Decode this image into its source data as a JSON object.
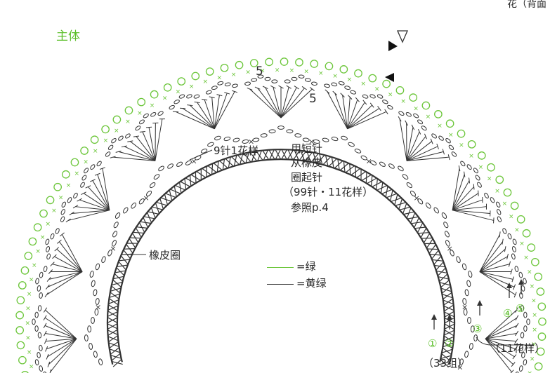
{
  "colors": {
    "green": "#6cc63a",
    "ink": "#333333",
    "background": "#ffffff"
  },
  "top_right_fragment": "花（背面",
  "title": "主体",
  "labels": {
    "pattern_repeat": "9针1花样",
    "start_line1": "用短针",
    "start_line2": "从橡皮",
    "start_line3": "圈起针",
    "start_line4": "（99针・11花样）",
    "start_line5": "参照p.4",
    "rubber_ring": "橡皮圈",
    "chain5_a": "5",
    "chain5_b": "5"
  },
  "legend": [
    {
      "color_name": "green",
      "text": "=绿"
    },
    {
      "color_name": "ink",
      "text": "=黄绿"
    }
  ],
  "rounds": [
    "①",
    "②",
    "③",
    "④",
    "⑤"
  ],
  "repeat_count": "（11花样）",
  "group_count": "（33组）"
}
